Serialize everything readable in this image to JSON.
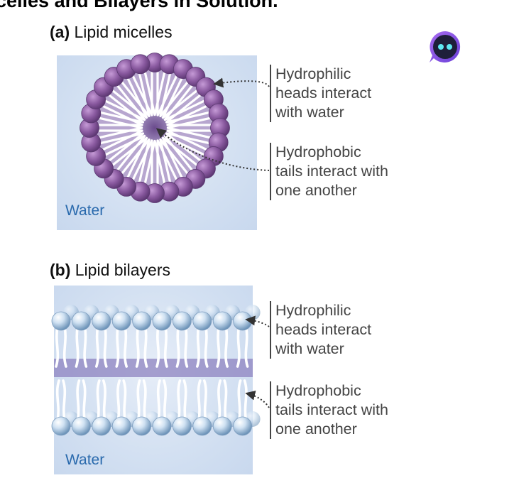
{
  "header": {
    "title": "celles and Bilayers in Solution."
  },
  "panel_a": {
    "letter": "(a)",
    "title": "Lipid micelles",
    "water_label": "Water",
    "callouts": [
      {
        "lines": [
          "Hydrophilic",
          "heads interact",
          "with water"
        ]
      },
      {
        "lines": [
          "Hydrophobic",
          "tails interact with",
          "one another"
        ]
      }
    ],
    "colors": {
      "head": "#8a5aa0",
      "core": "#6a4a8c",
      "water": "#d4e1f2"
    }
  },
  "panel_b": {
    "letter": "(b)",
    "title": "Lipid bilayers",
    "water_label": "Water",
    "callouts": [
      {
        "lines": [
          "Hydrophilic",
          "heads interact",
          "with water"
        ]
      },
      {
        "lines": [
          "Hydrophobic",
          "tails interact with",
          "one another"
        ]
      }
    ],
    "colors": {
      "head": "#b9d3ea",
      "core": "#7f73b4"
    }
  },
  "assistant": {
    "icon": "chat-bot-icon"
  }
}
